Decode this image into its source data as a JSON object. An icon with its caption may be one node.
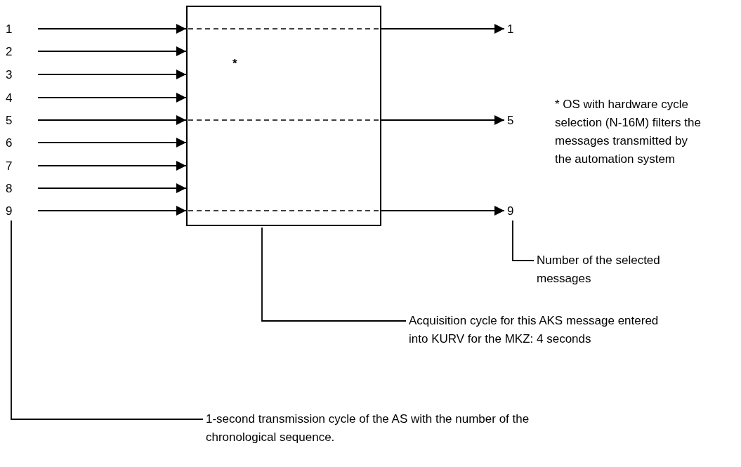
{
  "diagram": {
    "nodes": [
      {
        "text": [
          "1"
        ]
      },
      {
        "text": [
          "2"
        ]
      },
      {
        "text": [
          "3"
        ]
      },
      {
        "text": [
          "4"
        ]
      },
      {
        "text": [
          "5"
        ]
      },
      {
        "text": [
          "6"
        ]
      },
      {
        "text": [
          "7"
        ]
      },
      {
        "text": [
          "8"
        ]
      },
      {
        "text": [
          "9"
        ]
      },
      {
        "text": [],
        "shape": "box"
      },
      {
        "text": [
          "1"
        ]
      },
      {
        "text": [
          "5"
        ]
      },
      {
        "text": [
          "9"
        ]
      },
      {
        "text": [
          "Number of the selected messages"
        ]
      },
      {
        "text": [
          "Acquisition cycle for this AKS message entered into KURV for the MKZ: 4 seconds"
        ]
      },
      {
        "text": [
          "1-second transmission cycle of the AS with the number of the chronological sequence."
        ]
      }
    ],
    "edges": [
      {
        "from": 0,
        "to": 9,
        "arrow": "to"
      },
      {
        "from": 1,
        "to": 9,
        "arrow": "to"
      },
      {
        "from": 2,
        "to": 9,
        "arrow": "to"
      },
      {
        "from": 3,
        "to": 9,
        "arrow": "to"
      },
      {
        "from": 4,
        "to": 9,
        "arrow": "to"
      },
      {
        "from": 5,
        "to": 9,
        "arrow": "to"
      },
      {
        "from": 6,
        "to": 9,
        "arrow": "to"
      },
      {
        "from": 7,
        "to": 9,
        "arrow": "to"
      },
      {
        "from": 8,
        "to": 9,
        "arrow": "to"
      },
      {
        "from": 9,
        "to": 10,
        "arrow": "to"
      },
      {
        "from": 9,
        "to": 11,
        "arrow": "to"
      },
      {
        "from": 9,
        "to": 12,
        "arrow": "to"
      },
      {
        "from": 13,
        "to": 12,
        "arrow": "none"
      },
      {
        "from": 14,
        "to": 9,
        "arrow": "none"
      },
      {
        "from": 15,
        "to": 8,
        "arrow": "none"
      }
    ],
    "labels": [
      "*",
      "* OS with hardware cycle selection (N-16M) filters the messages transmitted by the automation system"
    ]
  }
}
